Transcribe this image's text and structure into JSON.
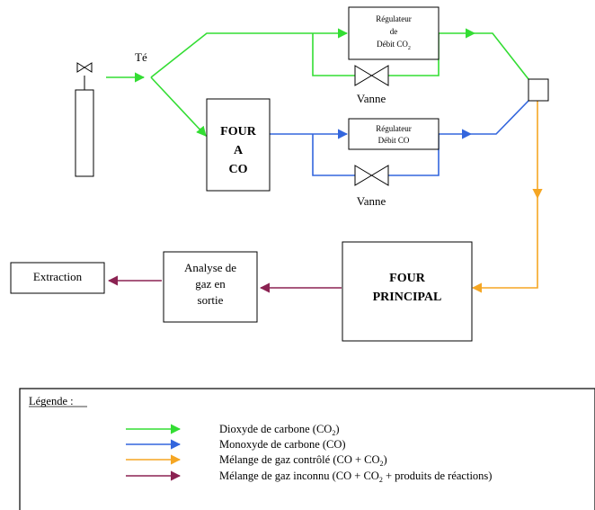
{
  "colors": {
    "co2": "#33dd33",
    "co": "#3366dd",
    "mix_controlled": "#f5a623",
    "mix_unknown": "#8b2252",
    "box_stroke": "#000000"
  },
  "icons": {
    "valve": "bowtie-valve-icon",
    "cylinder": "gas-cylinder-icon"
  },
  "labels": {
    "te": "Té",
    "reg_co2": {
      "line1": "Régulateur",
      "line2": "de",
      "line3": "Débit CO",
      "sub": "2"
    },
    "vanne_top": "Vanne",
    "four_co": {
      "line1": "FOUR",
      "line2": "A",
      "line3": "CO"
    },
    "reg_co": {
      "line1": "Régulateur",
      "line2": "Débit CO"
    },
    "vanne_bottom": "Vanne",
    "four_principal": {
      "line1": "FOUR",
      "line2": "PRINCIPAL"
    },
    "analyse": {
      "line1": "Analyse de",
      "line2": "gaz en",
      "line3": "sortie"
    },
    "extraction": "Extraction"
  },
  "legend": {
    "title": "Légende :",
    "items": [
      {
        "key": "co2",
        "prefix": "Dioxyde de carbone (CO",
        "sub": "2",
        "suffix": ")"
      },
      {
        "key": "co",
        "prefix": "Monoxyde de carbone (CO)",
        "sub": "",
        "suffix": ""
      },
      {
        "key": "mix_controlled",
        "prefix": "Mélange de gaz contrôlé (CO + CO",
        "sub": "2",
        "suffix": ")"
      },
      {
        "key": "mix_unknown",
        "prefix": "Mélange de gaz inconnu (CO + CO",
        "sub": "2",
        "suffix": " + produits de réactions)"
      }
    ]
  }
}
